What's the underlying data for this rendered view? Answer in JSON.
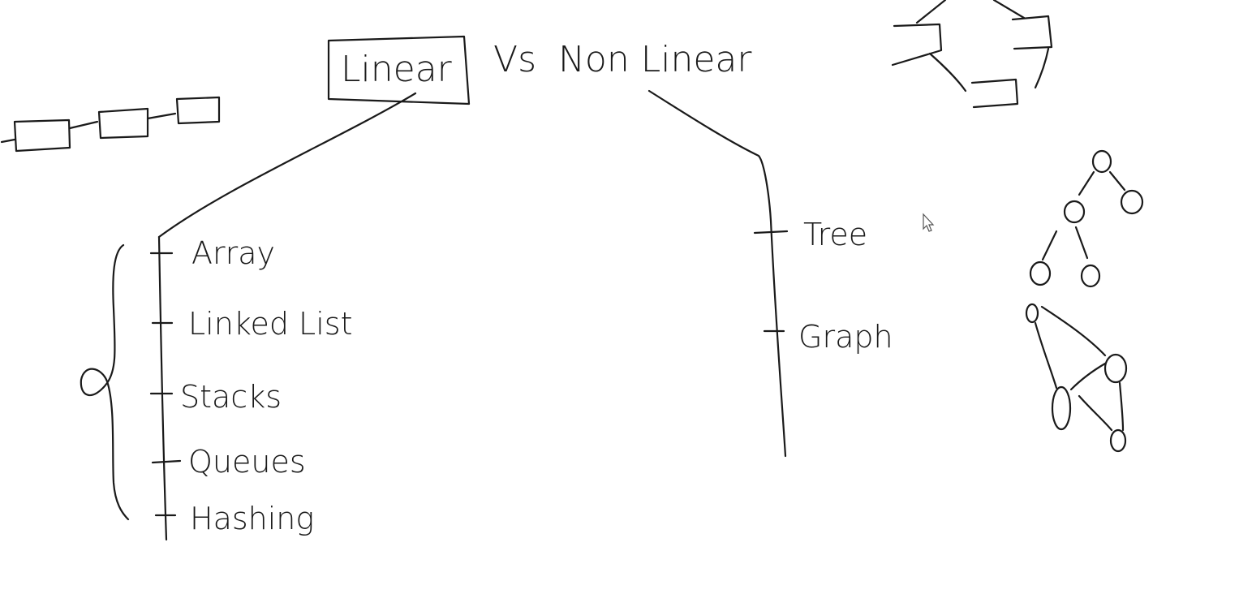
{
  "title": {
    "linear": "Linear",
    "vs": "Vs",
    "non_linear": "Non Linear"
  },
  "linear_items": [
    "Array",
    "Linked List",
    "Stacks",
    "Queues",
    "Hashing"
  ],
  "non_linear_items": [
    "Tree",
    "Graph"
  ],
  "colors": {
    "ink": "#1a1a1a",
    "background": "#ffffff"
  },
  "icons": {
    "cursor": "mouse-pointer-icon"
  }
}
